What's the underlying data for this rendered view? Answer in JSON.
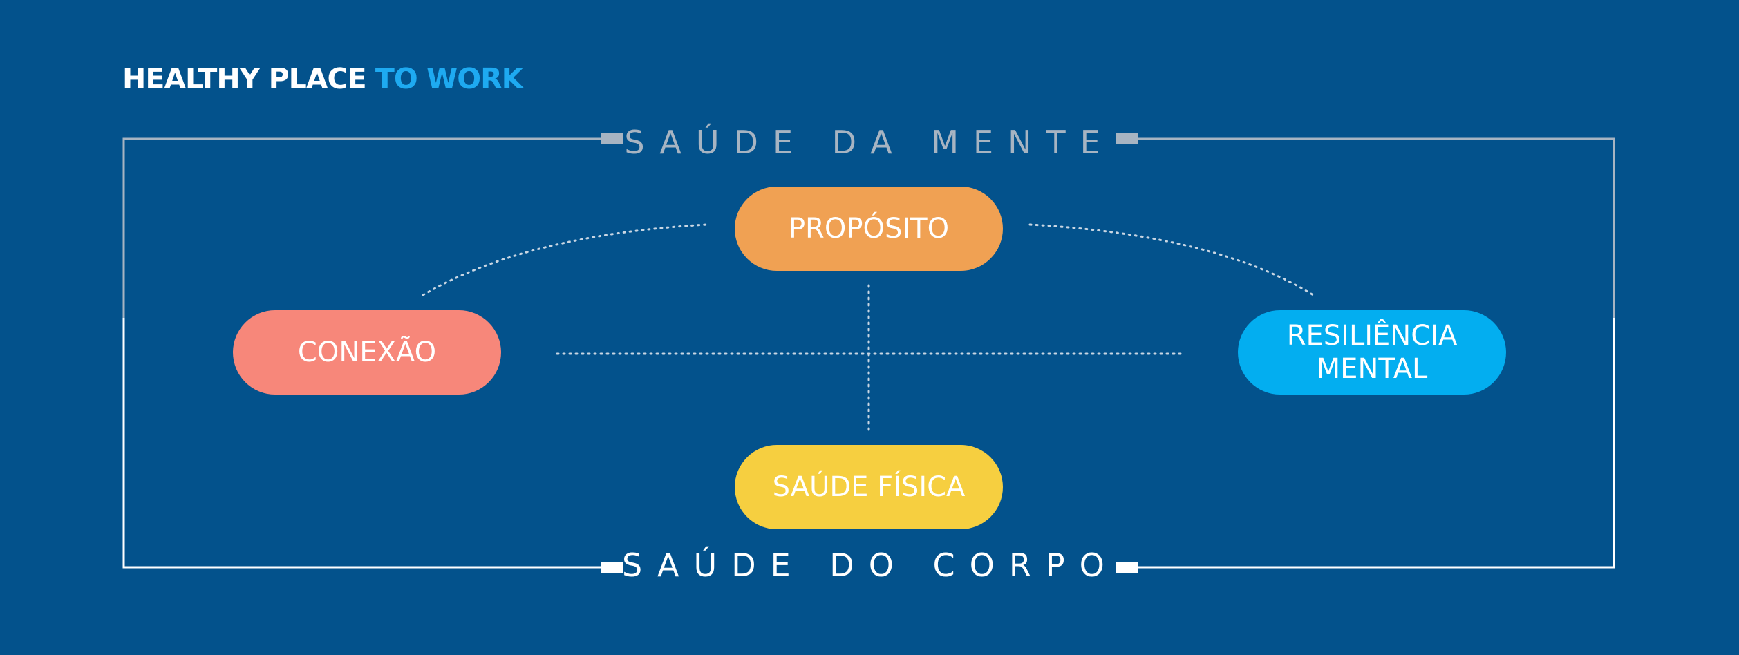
{
  "title": {
    "part1": "HEALTHY PLACE ",
    "part2": "TO WORK"
  },
  "frame": {
    "top_label": "SAÚDE DA MENTE",
    "bottom_label": "SAÚDE DO CORPO"
  },
  "pillars": {
    "proposito": {
      "label": "PROPÓSITO",
      "color": "#f0a153"
    },
    "conexao": {
      "label": "CONEXÃO",
      "color": "#f7877a"
    },
    "resiliencia": {
      "label_line1": "RESILIÊNCIA",
      "label_line2": "MENTAL",
      "color": "#03aef0"
    },
    "saude_fisica": {
      "label": "SAÚDE FÍSICA",
      "color": "#f6cf40"
    }
  },
  "colors": {
    "background": "#03528c",
    "accent": "#1eaaf1",
    "top_frame": "#a7b4c2",
    "bottom_frame": "#ffffff"
  }
}
